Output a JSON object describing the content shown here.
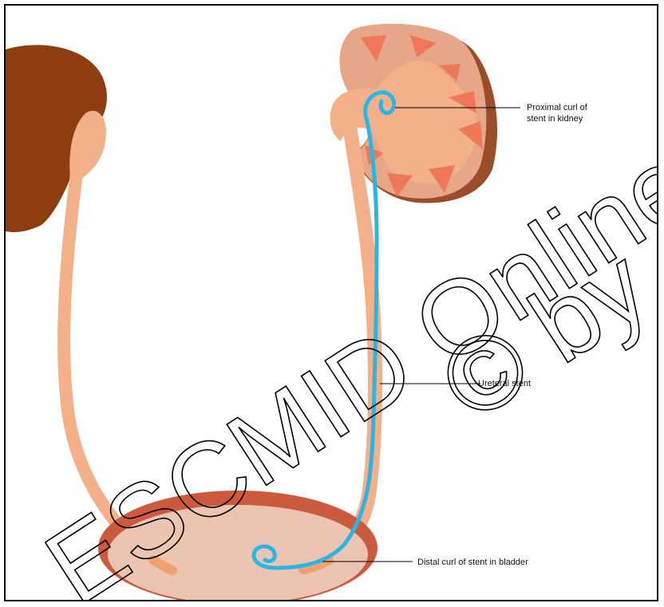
{
  "labels": {
    "proximal_line1": "Proximal curl of",
    "proximal_line2": "stent in kidney",
    "ureteral": "Ureteral stent",
    "distal": "Distal curl of stent in bladder"
  },
  "watermark": {
    "line1": "ESCMID Online",
    "line2": "© by"
  },
  "colors": {
    "stent": "#29b6e6",
    "ureter": "#f4b088",
    "kidney": "#e8a688",
    "kidney_dark": "#8e3d10",
    "pyramids": "#ef7858",
    "bladder": "#ebc4b2",
    "bladder_rim": "#cc5a3c"
  }
}
